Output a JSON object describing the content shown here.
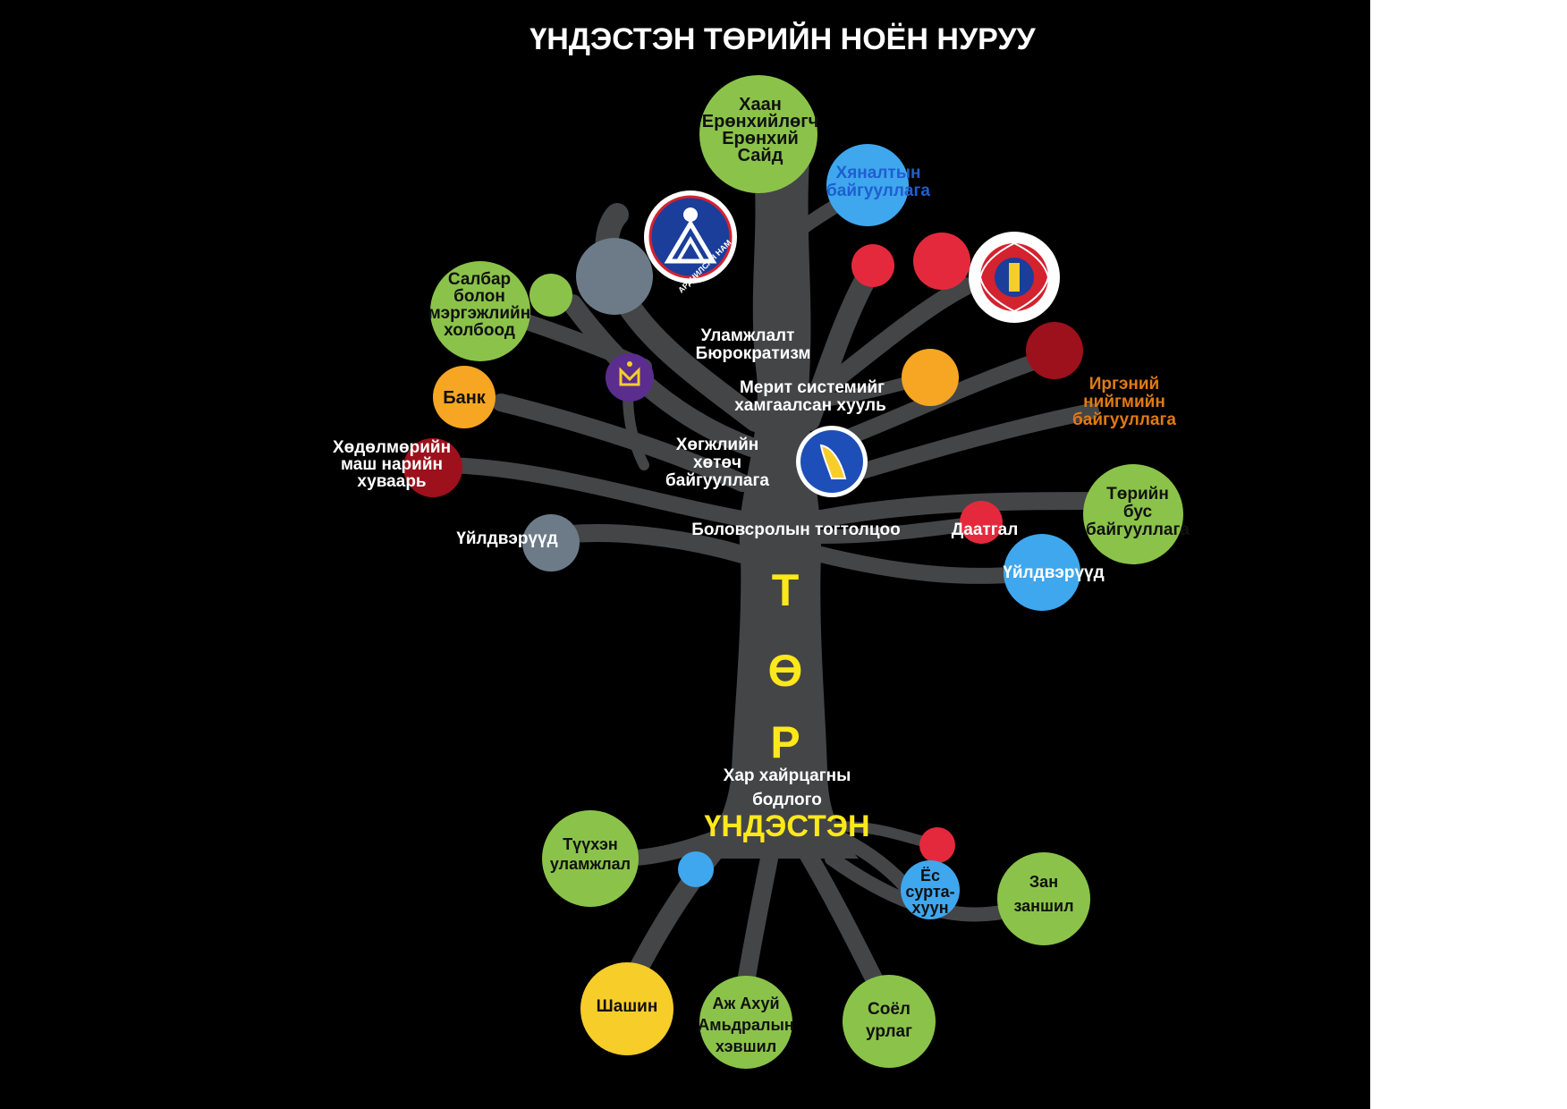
{
  "title": "ҮНДЭСТЭН ТӨРИЙН НОЁН НУРУУ",
  "trunk": {
    "letter_1": "Т",
    "letter_2": "Ө",
    "letter_3": "Р",
    "root_label": "ҮНДЭСТЭН"
  },
  "branches": {
    "top": [
      "Хаан",
      "Ерөнхийлөгч",
      "Ерөнхий",
      "Сайд"
    ],
    "control": [
      "Хяналтын",
      "байгууллага"
    ],
    "sector": [
      "Салбар",
      "болон",
      "мэргэжлийн",
      "холбоод"
    ],
    "bank": "Банк",
    "labor": [
      "Хөдөлмөрийн",
      "маш нарийн",
      "хуваарь"
    ],
    "factories_left": "Үйлдвэрүүд",
    "tradition_bureaucracy": [
      "Уламжлалт",
      "Бюрократизм"
    ],
    "merit": [
      "Мерит системийг",
      "хамгаалсан хууль"
    ],
    "development": [
      "Хөгжлийн",
      "хөтөч",
      "байгууллага"
    ],
    "education": "Боловсролын тогтолцоо",
    "insurance": "Даатгал",
    "factories_right": "Үйлдвэрүүд",
    "civil": [
      "Иргэний",
      "нийгмийн",
      "байгууллага"
    ],
    "ngo": [
      "Төрийн",
      "бус",
      "байгууллага"
    ]
  },
  "logos": {
    "democratic_party": "АРДЧИЛСАН НАМ"
  },
  "roots": {
    "nomadic_policy": [
      "Хар хайрцагны",
      "бодлого"
    ],
    "history": [
      "Түүхэн",
      "уламжлал"
    ],
    "ethics": [
      "Ёс",
      "сурта-",
      "хуун"
    ],
    "customs": [
      "Зан",
      "заншил"
    ],
    "religion": "Шашин",
    "lifestyle": [
      "Аж Ахуй",
      "Амьдралын",
      "хэвшил"
    ],
    "culture": [
      "Соёл",
      "урлаг"
    ]
  },
  "colors": {
    "background": "#000000",
    "tree": "#444547",
    "light_green": "#8bc34a",
    "orange": "#f6a623",
    "red": "#e5293d",
    "dark_red": "#9c111c",
    "sky_blue": "#3fa7ee",
    "slate": "#6d7b88",
    "yellow": "#f7cd2a",
    "purple": "#5b2d8e"
  }
}
